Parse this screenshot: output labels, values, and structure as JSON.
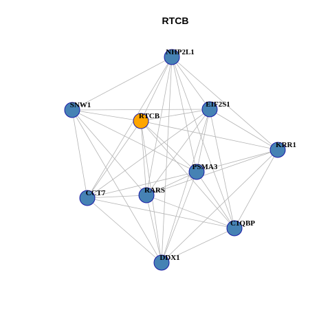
{
  "graph": {
    "title": "RTCB",
    "colors": {
      "node_fill": "#4682b4",
      "node_highlight": "#ffa500",
      "node_stroke": "#1a1aa6",
      "edge": "#b3b3b3",
      "label": "#000000"
    },
    "nodes": [
      {
        "id": "NHP2L1",
        "label": "NHP2L1",
        "highlight": false
      },
      {
        "id": "SNW1",
        "label": "SNW1",
        "highlight": false
      },
      {
        "id": "RTCB",
        "label": "RTCB",
        "highlight": true
      },
      {
        "id": "EIF2S1",
        "label": "EIF2S1",
        "highlight": false
      },
      {
        "id": "KRR1",
        "label": "KRR1",
        "highlight": false
      },
      {
        "id": "PSMA3",
        "label": "PSMA3",
        "highlight": false
      },
      {
        "id": "CCT7",
        "label": "CCT7",
        "highlight": false
      },
      {
        "id": "RARS",
        "label": "RARS",
        "highlight": false
      },
      {
        "id": "C1QBP",
        "label": "C1QBP",
        "highlight": false
      },
      {
        "id": "DDX1",
        "label": "DDX1",
        "highlight": false
      }
    ],
    "edges": [
      [
        "NHP2L1",
        "SNW1"
      ],
      [
        "NHP2L1",
        "RTCB"
      ],
      [
        "NHP2L1",
        "EIF2S1"
      ],
      [
        "NHP2L1",
        "KRR1"
      ],
      [
        "NHP2L1",
        "PSMA3"
      ],
      [
        "NHP2L1",
        "CCT7"
      ],
      [
        "NHP2L1",
        "RARS"
      ],
      [
        "NHP2L1",
        "C1QBP"
      ],
      [
        "NHP2L1",
        "DDX1"
      ],
      [
        "SNW1",
        "RTCB"
      ],
      [
        "SNW1",
        "EIF2S1"
      ],
      [
        "SNW1",
        "PSMA3"
      ],
      [
        "SNW1",
        "CCT7"
      ],
      [
        "SNW1",
        "RARS"
      ],
      [
        "SNW1",
        "DDX1"
      ],
      [
        "RTCB",
        "EIF2S1"
      ],
      [
        "RTCB",
        "KRR1"
      ],
      [
        "RTCB",
        "PSMA3"
      ],
      [
        "RTCB",
        "CCT7"
      ],
      [
        "RTCB",
        "RARS"
      ],
      [
        "RTCB",
        "C1QBP"
      ],
      [
        "RTCB",
        "DDX1"
      ],
      [
        "EIF2S1",
        "KRR1"
      ],
      [
        "EIF2S1",
        "PSMA3"
      ],
      [
        "EIF2S1",
        "CCT7"
      ],
      [
        "EIF2S1",
        "RARS"
      ],
      [
        "EIF2S1",
        "C1QBP"
      ],
      [
        "EIF2S1",
        "DDX1"
      ],
      [
        "KRR1",
        "PSMA3"
      ],
      [
        "KRR1",
        "RARS"
      ],
      [
        "KRR1",
        "C1QBP"
      ],
      [
        "KRR1",
        "DDX1"
      ],
      [
        "PSMA3",
        "CCT7"
      ],
      [
        "PSMA3",
        "RARS"
      ],
      [
        "PSMA3",
        "C1QBP"
      ],
      [
        "PSMA3",
        "DDX1"
      ],
      [
        "CCT7",
        "RARS"
      ],
      [
        "CCT7",
        "C1QBP"
      ],
      [
        "CCT7",
        "DDX1"
      ],
      [
        "RARS",
        "C1QBP"
      ],
      [
        "RARS",
        "DDX1"
      ],
      [
        "C1QBP",
        "DDX1"
      ]
    ]
  }
}
